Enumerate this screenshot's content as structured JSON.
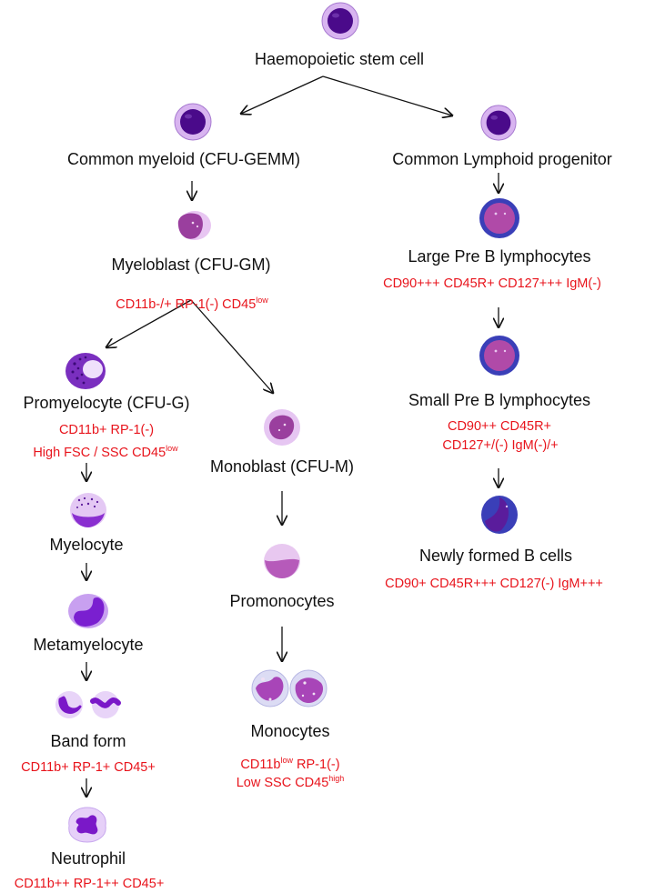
{
  "nodes": {
    "stem": "Haemopoietic stem cell",
    "cmp": "Common myeloid (CFU-GEMM)",
    "clp": "Common Lymphoid progenitor",
    "myeloblast": "Myeloblast (CFU-GM)",
    "promyelocyte": "Promyelocyte (CFU-G)",
    "monoblast": "Monoblast (CFU-M)",
    "myelocyte": "Myelocyte",
    "promonocytes": "Promonocytes",
    "metamyelocyte": "Metamyelocyte",
    "band": "Band form",
    "monocytes": "Monocytes",
    "neutrophil": "Neutrophil",
    "large_pre_b": "Large Pre B lymphocytes",
    "small_pre_b": "Small Pre B lymphocytes",
    "newly_b": "Newly formed B cells"
  },
  "markers": {
    "myeloblast": {
      "text": "CD11b-/+ RP-1(-) CD45",
      "sup": "low"
    },
    "promyelocyte_1": "CD11b+ RP-1(-)",
    "promyelocyte_2": {
      "text": "High FSC / SSC  CD45",
      "sup": "low"
    },
    "band": "CD11b+  RP-1+  CD45+",
    "neutrophil": "CD11b++  RP-1++  CD45+",
    "monocytes_1": {
      "a": "CD11b",
      "sup1": "low",
      "b": " RP-1(-)"
    },
    "monocytes_2": {
      "text": "Low SSC  CD45",
      "sup": "high"
    },
    "large_pre_b": "CD90+++ CD45R+ CD127+++ IgM(-)",
    "small_pre_b_1": "CD90++ CD45R+",
    "small_pre_b_2": "CD127+/(-) IgM(-)/+",
    "newly_b": "CD90+ CD45R+++ CD127(-) IgM+++"
  },
  "colors": {
    "marker_text": "#e8141c",
    "label_text": "#111111",
    "nucleus_dark": "#4a0a8a",
    "cytoplasm_light": "#d8b4f0",
    "b_cell_ring": "#3a3fb8",
    "b_cell_fill": "#b04aa8"
  }
}
